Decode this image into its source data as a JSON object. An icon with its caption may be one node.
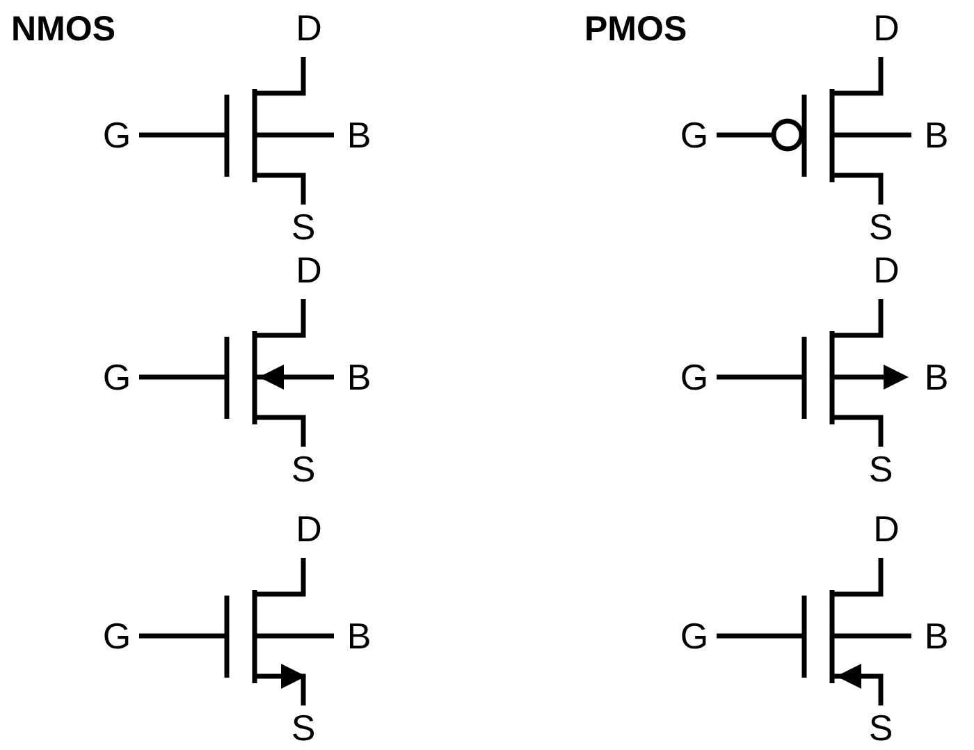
{
  "diagram": {
    "labels": [
      "NMOS",
      "D",
      "PMOS",
      "D",
      "G",
      "B",
      "G",
      "B",
      "S",
      "S",
      "D",
      "D",
      "G",
      "B",
      "G",
      "B",
      "S",
      "S",
      "D",
      "D",
      "G",
      "B",
      "G",
      "B",
      "S",
      "S"
    ]
  }
}
